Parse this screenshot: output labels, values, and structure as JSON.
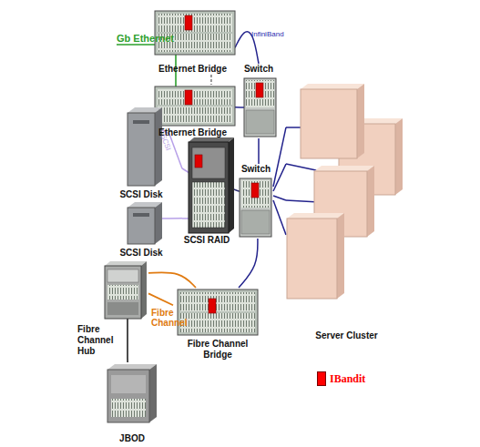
{
  "diagram": {
    "nodes": [
      {
        "text": [
          "Ethernet Bridge"
        ]
      },
      {
        "text": [
          "Switch"
        ]
      },
      {
        "text": [
          "Ethernet Bridge"
        ]
      },
      {
        "text": [
          "SCSI Disk"
        ]
      },
      {
        "text": [
          "Switch"
        ]
      },
      {
        "text": [
          "SCSI RAID"
        ]
      },
      {
        "text": [
          "SCSI Disk"
        ]
      },
      {
        "text": [
          "Fibre Channel Hub"
        ]
      },
      {
        "text": [
          "Fibre Channel Bridge"
        ]
      },
      {
        "text": [
          "Server Cluster"
        ]
      },
      {
        "text": [
          "JBOD"
        ]
      }
    ],
    "edges": [
      {
        "from": 0,
        "to": 1,
        "label": "InfiniBand",
        "arrow": "none"
      },
      {
        "from": 0,
        "to": 2,
        "arrow": "none"
      },
      {
        "from": 2,
        "to": 1,
        "arrow": "none"
      },
      {
        "from": 1,
        "to": 4,
        "arrow": "none"
      },
      {
        "from": 3,
        "to": 5,
        "label": "SCSI",
        "arrow": "none"
      },
      {
        "from": 6,
        "to": 5,
        "arrow": "none"
      },
      {
        "from": 5,
        "to": 4,
        "arrow": "none"
      },
      {
        "from": 4,
        "to": 9,
        "arrow": "none"
      },
      {
        "from": 4,
        "to": 9,
        "arrow": "none"
      },
      {
        "from": 4,
        "to": 9,
        "arrow": "none"
      },
      {
        "from": 4,
        "to": 9,
        "arrow": "none"
      },
      {
        "from": 4,
        "to": 8,
        "arrow": "none"
      },
      {
        "from": 7,
        "to": 8,
        "arrow": "none"
      },
      {
        "from": 7,
        "to": 8,
        "label": "Fibre Channel",
        "arrow": "none"
      },
      {
        "from": 7,
        "to": 10,
        "arrow": "none"
      }
    ],
    "labels": [
      "Gb Ethernet"
    ],
    "legend": [
      {
        "text": "IBandit",
        "color": "#ff0000"
      }
    ]
  }
}
